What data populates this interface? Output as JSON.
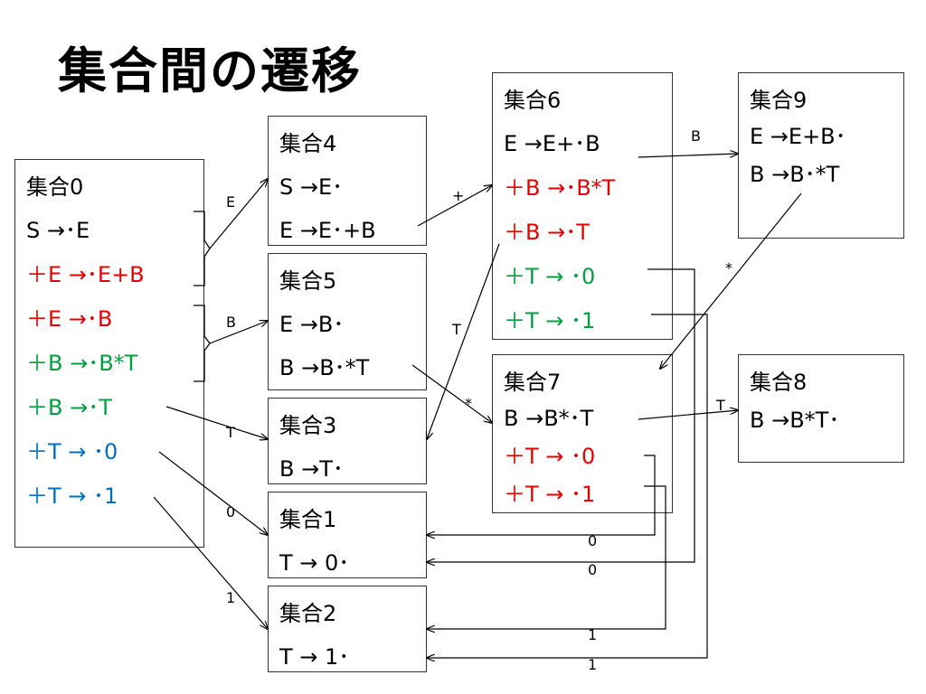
{
  "title": "集合間の遷移",
  "colors": {
    "black": "#000000",
    "red": "#e60000",
    "green": "#00a040",
    "blue": "#0070c0"
  },
  "sets": {
    "set0": {
      "name": "集合0",
      "items": [
        {
          "text": "S →･E"
        },
        {
          "text": "＋E →･E+B"
        },
        {
          "text": "＋E →･B"
        },
        {
          "text": "＋B →･B*T"
        },
        {
          "text": "＋B →･T"
        },
        {
          "text": "＋T → ･0"
        },
        {
          "text": "＋T → ･1"
        }
      ]
    },
    "set4": {
      "name": "集合4",
      "items": [
        {
          "text": "S →E･"
        },
        {
          "text": "E →E･+B"
        }
      ]
    },
    "set5": {
      "name": "集合5",
      "items": [
        {
          "text": "E →B･"
        },
        {
          "text": "B →B･*T"
        }
      ]
    },
    "set3": {
      "name": "集合3",
      "items": [
        {
          "text": "B →T･"
        }
      ]
    },
    "set1": {
      "name": "集合1",
      "items": [
        {
          "text": "T → 0･"
        }
      ]
    },
    "set2": {
      "name": "集合2",
      "items": [
        {
          "text": "T → 1･"
        }
      ]
    },
    "set6": {
      "name": "集合6",
      "items": [
        {
          "text": "E →E+･B"
        },
        {
          "text": "＋B →･B*T"
        },
        {
          "text": "＋B →･T"
        },
        {
          "text": "＋T → ･0"
        },
        {
          "text": "＋T → ･1"
        }
      ]
    },
    "set7": {
      "name": "集合7",
      "items": [
        {
          "text": "B →B*･T"
        },
        {
          "text": "＋T → ･0"
        },
        {
          "text": "＋T → ･1"
        }
      ]
    },
    "set9": {
      "name": "集合9",
      "items": [
        {
          "text": "E →E+B･"
        },
        {
          "text": "B →B･*T"
        }
      ]
    },
    "set8": {
      "name": "集合8",
      "items": [
        {
          "text": "B →B*T･"
        }
      ]
    }
  },
  "transitions": {
    "s0_E": "E",
    "s0_B": "B",
    "s0_T": "T",
    "s0_0": "0",
    "s0_1": "1",
    "s4_plus": "+",
    "s5_star": "*",
    "s6_B": "B",
    "s6_T": "T",
    "s6_0": "0",
    "s6_1": "1",
    "s7_T": "T",
    "s7_0": "0",
    "s7_1": "1",
    "s9_star": "*"
  }
}
